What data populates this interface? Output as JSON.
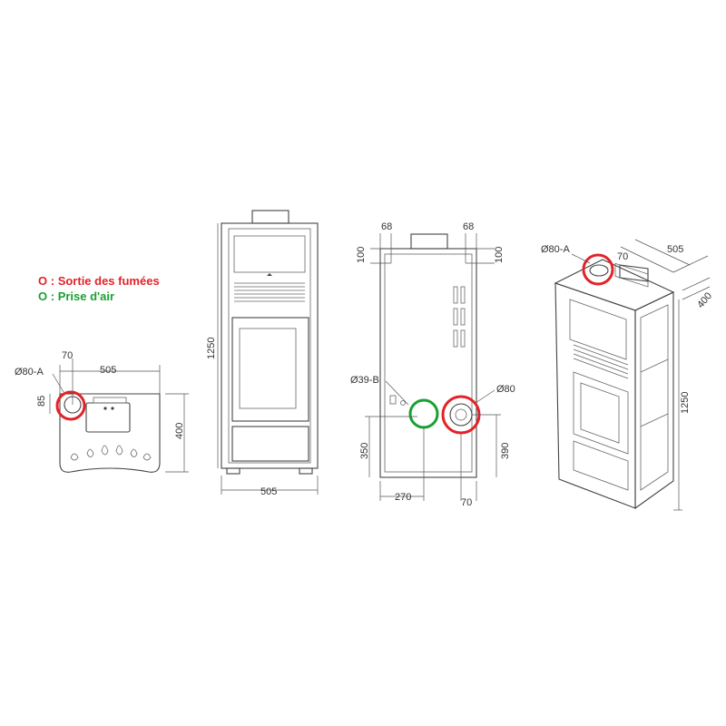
{
  "legend": {
    "smoke_outlet": {
      "label": "Sortie des fumées",
      "color": "#e32229"
    },
    "air_intake": {
      "label": "Prise d'air",
      "color": "#1aa032"
    },
    "marker": "O :"
  },
  "top_view": {
    "flue_label": "Ø80-A",
    "dim_offset_x": "70",
    "dim_width": "505",
    "dim_offset_y": "85",
    "dim_depth": "400"
  },
  "front_view": {
    "dim_height": "1250",
    "dim_width": "505"
  },
  "rear_view": {
    "dim_left_top": "68",
    "dim_right_top": "68",
    "dim_left_side": "100",
    "dim_right_side": "100",
    "air_inlet_label": "Ø39-B",
    "flue_label": "Ø80",
    "dim_air_height": "350",
    "dim_flue_height": "390",
    "dim_air_offset": "270",
    "dim_flue_offset": "70"
  },
  "iso_view": {
    "flue_label": "Ø80-A",
    "dim_offset": "70",
    "dim_width": "505",
    "dim_depth": "400",
    "dim_height": "1250"
  }
}
